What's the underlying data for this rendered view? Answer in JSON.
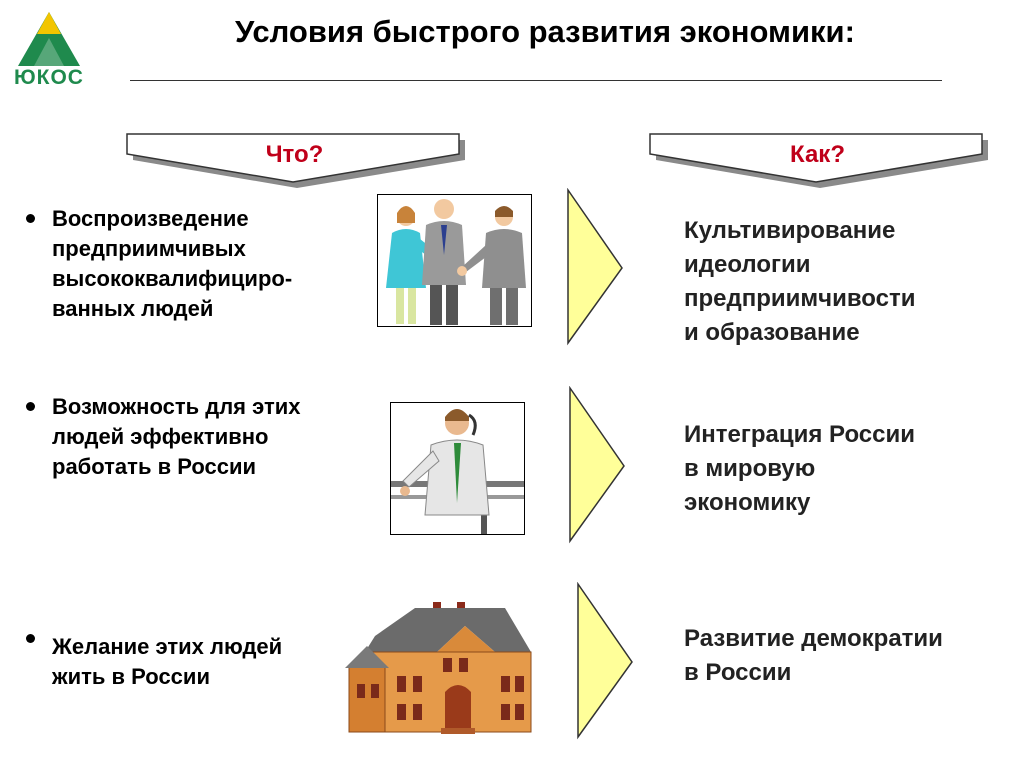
{
  "logo": {
    "text": "ЮКОС",
    "colors": {
      "triangle_green": "#1f8a4d",
      "triangle_yellow": "#f2c500"
    }
  },
  "title": "Условия быстрого развития экономики:",
  "headers": {
    "what": "Что?",
    "how": "Как?"
  },
  "colors": {
    "header_text": "#c0001a",
    "arrow_fill": "#ffff99",
    "header_box": "#ffffff",
    "header_shadow": "#8a8a8a"
  },
  "rows": [
    {
      "left_lines": [
        "Воспроизведение",
        "предприимчивых",
        "высококвалифициро-",
        "ванных людей"
      ],
      "picture_icon": "people-handshake-icon",
      "right_lines": [
        "Культивирование",
        "идеологии",
        "предприимчивости",
        "и образование"
      ]
    },
    {
      "left_lines": [
        "Возможность для этих",
        "людей эффективно",
        "работать в России"
      ],
      "picture_icon": "businessman-phone-icon",
      "right_lines": [
        "Интеграция России",
        "в мировую",
        "экономику"
      ]
    },
    {
      "left_lines": [
        "Желание этих людей",
        "жить в России"
      ],
      "picture_icon": "house-icon",
      "right_lines": [
        "Развитие демократии",
        "в России"
      ]
    }
  ]
}
